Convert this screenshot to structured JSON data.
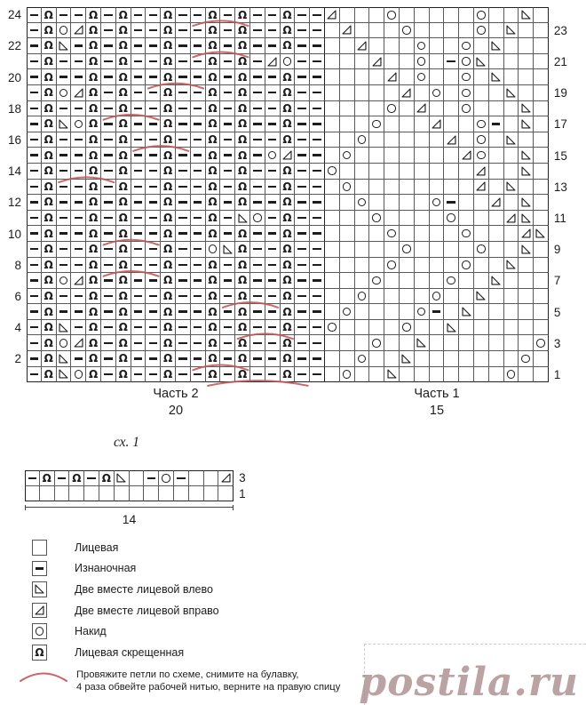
{
  "main_chart": {
    "columns": 35,
    "bold_divider_after_col": 20,
    "rows": [
      {
        "row": 24,
        "cells": "-Q--Q-Q--Q--Q-Q--Q--R...O.....O..L."
      },
      {
        "row": 23,
        "cells": "-QORQ-Q--Q--Q-Q--Q--.R...O....O.L.."
      },
      {
        "row": 22,
        "cells": "-QL-Q-Q--Q--Q-Q--Q--..R...O..O.L..."
      },
      {
        "row": 21,
        "cells": "-Q--Q-Q--Q--Q-Q-RO--...R..O.-OL...."
      },
      {
        "row": 20,
        "cells": "-Q--Q-Q--Q--Q-Q--Q--....R.O..O.L..."
      },
      {
        "row": 19,
        "cells": "-QORQ-Q--Q--Q-Q--Q--.....R.O.O..L.."
      },
      {
        "row": 18,
        "cells": "-Q--Q-Q--Q--Q-Q--Q--....O.R..O...L."
      },
      {
        "row": 17,
        "cells": "-QLOQ-Q--Q--Q-Q--Q--...O...R..O-.L."
      },
      {
        "row": 16,
        "cells": "-Q--Q-Q--Q--Q-Q--Q--..O.....R.O.L.."
      },
      {
        "row": 15,
        "cells": "-Q--Q-Q--Q--Q-Q-OR--.O.......RO..L."
      },
      {
        "row": 14,
        "cells": "-Q--Q-Q--Q--Q-Q--Q--O.........R..L."
      },
      {
        "row": 13,
        "cells": "-Q--Q-Q--Q--Q-Q--Q--.O........R.L.."
      },
      {
        "row": 12,
        "cells": "-Q--Q-Q--Q--Q-Q--Q--..O....O-..R.L."
      },
      {
        "row": 11,
        "cells": "-Q--Q-Q--Q--Q-LO-Q--...O....O...RL."
      },
      {
        "row": 10,
        "cells": "-Q--Q-Q--Q--Q-Q--Q--....O....O...RL"
      },
      {
        "row": 9,
        "cells": "-Q--Q-Q--Q--OLQ--Q--.....O....O..L."
      },
      {
        "row": 8,
        "cells": "-Q--Q-Q--Q--Q-Q--Q--....O....O..L.."
      },
      {
        "row": 7,
        "cells": "-QORQ-Q--Q--Q-Q--Q--...O....O..L..."
      },
      {
        "row": 6,
        "cells": "-Q--Q-Q--Q--Q-Q--Q--..O....O..L...."
      },
      {
        "row": 5,
        "cells": "-Q--Q-Q--Q--Q-Q--Q--.O....O-.L....."
      },
      {
        "row": 4,
        "cells": "-QL-Q-Q--Q--Q-Q--Q--O....O..L......"
      },
      {
        "row": 3,
        "cells": "-QORQ-Q--Q--Q-Q--Q--...O..L.......O"
      },
      {
        "row": 2,
        "cells": "-QL-Q-Q--Q--Q-Q--Q--..O..L.......O."
      },
      {
        "row": 1,
        "cells": "-QLOQ-Q--Q--Q-Q--Q--.O..L.......O.."
      }
    ],
    "arcs": [
      {
        "row": 23,
        "from": 12,
        "to": 15
      },
      {
        "row": 21,
        "from": 12,
        "to": 15
      },
      {
        "row": 19,
        "from": 9,
        "to": 12
      },
      {
        "row": 17,
        "from": 6,
        "to": 9
      },
      {
        "row": 15,
        "from": 8,
        "to": 11
      },
      {
        "row": 13,
        "from": 3,
        "to": 6
      },
      {
        "row": 9,
        "from": 6,
        "to": 9
      },
      {
        "row": 7,
        "from": 6,
        "to": 9
      },
      {
        "row": 5,
        "from": 14,
        "to": 17
      },
      {
        "row": 3,
        "from": 15,
        "to": 18
      },
      {
        "row": 1,
        "from": 12,
        "to": 15
      },
      {
        "row": 0,
        "from": 13,
        "to": 19
      }
    ],
    "parts": [
      {
        "label": "Часть 2",
        "count": "20"
      },
      {
        "label": "Часть 1",
        "count": "15"
      }
    ]
  },
  "small_chart": {
    "caption": "сх. 1",
    "columns": 14,
    "rows": [
      {
        "row": 3,
        "cells": "-Q-Q-QL.-O-..R"
      },
      {
        "row": 1,
        "cells": ".............."
      }
    ],
    "bracket_label": "14"
  },
  "legend": {
    "items": [
      {
        "name": "knit",
        "char": ".",
        "label": "Лицевая"
      },
      {
        "name": "purl",
        "char": "-",
        "label": "Изнаночная"
      },
      {
        "name": "k2tog-left",
        "char": "L",
        "label": "Две вместе лицевой влево"
      },
      {
        "name": "k2tog-right",
        "char": "R",
        "label": "Две вместе лицевой вправо"
      },
      {
        "name": "yarn-over",
        "char": "O",
        "label": "Накид"
      },
      {
        "name": "twisted-knit",
        "char": "Q",
        "label": "Лицевая скрещенная"
      }
    ],
    "wrap_note": {
      "line1": "Провяжите петли по схеме, снимите на булавку,",
      "line2": "4 раза обвейте рабочей нитью, верните на правую спицу"
    }
  },
  "symbols": {
    "twisted_glyph": "Ω"
  },
  "colors": {
    "grid_line": "#5a5a5a",
    "outer_line": "#222222",
    "symbol": "#1d1d1d",
    "arc": "#c65353",
    "watermark": "#ab8d8d"
  },
  "watermark": {
    "text": "postila.ru"
  }
}
